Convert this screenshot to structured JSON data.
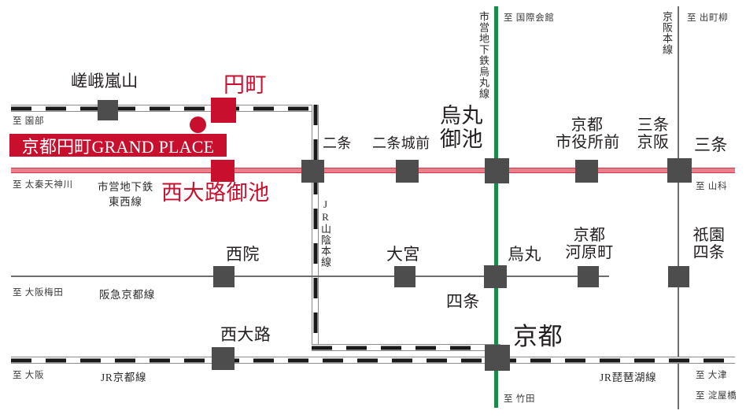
{
  "meta": {
    "title": "京都円町GRAND PLACE 交通アクセス路線図",
    "colors": {
      "brand_red": "#c8102e",
      "tozai_red": "#e8808c",
      "karasuma_green": "#1a8a4a",
      "station_grey": "#4d4d4d",
      "rail_grey": "#6e6e6e",
      "text": "#231f20"
    }
  },
  "banner": {
    "label": "京都円町GRAND PLACE"
  },
  "lines": {
    "jr_sanin": {
      "name": "JR山陰本線",
      "terminus_left": "至 園部",
      "stations": [
        "嵯峨嵐山",
        "円町"
      ]
    },
    "subway_tozai": {
      "name": "市営地下鉄\n東西線",
      "name_line1": "市営地下鉄",
      "name_line2": "東西線",
      "terminus_left": "至 太秦天神川",
      "terminus_right": "至 山科",
      "stations": [
        "西大路御池",
        "二条",
        "二条城前",
        "烏丸御池",
        "京都市役所前",
        "三条京阪"
      ]
    },
    "subway_karasuma": {
      "name": "市営地下鉄烏丸線",
      "terminus_top": "至 国際会館",
      "terminus_bottom": "至 竹田",
      "stations": [
        "烏丸御池",
        "四条",
        "京都"
      ]
    },
    "keihan": {
      "name": "京阪本線",
      "terminus_top": "至 出町柳",
      "terminus_bottom": "至 淀屋橋",
      "stations": [
        "三条",
        "祇園四条"
      ]
    },
    "hankyu": {
      "name": "阪急京都線",
      "terminus_left": "至 大阪梅田",
      "stations": [
        "西院",
        "大宮",
        "烏丸",
        "京都河原町"
      ]
    },
    "jr_kyoto": {
      "name": "JR京都線",
      "terminus_left": "至 大阪",
      "stations": [
        "西大路",
        "京都"
      ]
    },
    "jr_biwako": {
      "name": "JR琵琶湖線",
      "terminus_right": "至 大津",
      "stations": [
        "京都"
      ]
    }
  },
  "stations": {
    "saga_arashiyama": "嵯峨嵐山",
    "enmachi": "円町",
    "nishiojioike": "西大路御池",
    "nijo": "二条",
    "nijojomae": "二条城前",
    "karasuma_oike_l1": "烏丸",
    "karasuma_oike_l2": "御池",
    "kyoto_shiyakushomae_l1": "京都",
    "kyoto_shiyakushomae_l2": "市役所前",
    "sanjo_keihan_l1": "三条",
    "sanjo_keihan_l2": "京阪",
    "sanjo": "三条",
    "saiin": "西院",
    "omiya": "大宮",
    "karasuma": "烏丸",
    "shijo": "四条",
    "kyoto_kawaramachi_l1": "京都",
    "kyoto_kawaramachi_l2": "河原町",
    "gion_shijo_l1": "祇園",
    "gion_shijo_l2": "四条",
    "nishioji": "西大路",
    "kyoto": "京都"
  },
  "termini": {
    "sonobe": "至 園部",
    "uzumasa_tenjingawa": "至 太秦天神川",
    "kokusaikaikan": "至 国際会館",
    "demachiyanagi": "至 出町柳",
    "yamashina": "至 山科",
    "osaka_umeda": "至 大阪梅田",
    "osaka": "至 大阪",
    "takeda": "至 竹田",
    "otsu": "至 大津",
    "yodoyabashi": "至 淀屋橋"
  },
  "line_labels": {
    "jr_sanin_v": "JR山陰本線",
    "tozai_1": "市営地下鉄",
    "tozai_2": "東西線",
    "karasuma_v": "市営地下鉄烏丸線",
    "keihan_v": "京阪本線",
    "hankyu": "阪急京都線",
    "jr_kyoto": "JR京都線",
    "jr_biwako": "JR琵琶湖線"
  }
}
